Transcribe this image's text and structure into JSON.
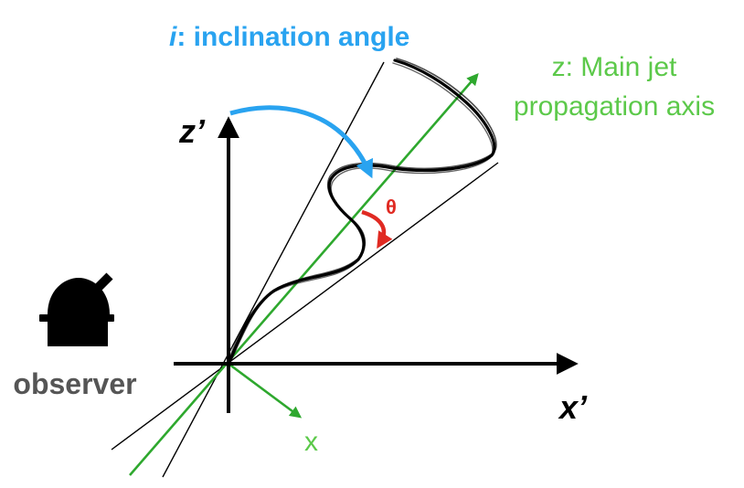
{
  "colors": {
    "axis": "#000000",
    "jet_axis": "#2ea82e",
    "label_green": "#5cc94a",
    "inclination": "#29a3f0",
    "theta": "#e02a22",
    "observer_text": "#555555",
    "cone": "#000000"
  },
  "labels": {
    "inclination_symbol": "i",
    "inclination_text": ": inclination angle",
    "z_axis_line1": "z: Main jet",
    "z_axis_line2": "propagation axis",
    "z_prime": "z’",
    "x_prime": "x’",
    "x_axis": "x",
    "theta": "θ",
    "observer": "observer"
  },
  "icons": {
    "observer": "telescope-observatory-icon"
  }
}
